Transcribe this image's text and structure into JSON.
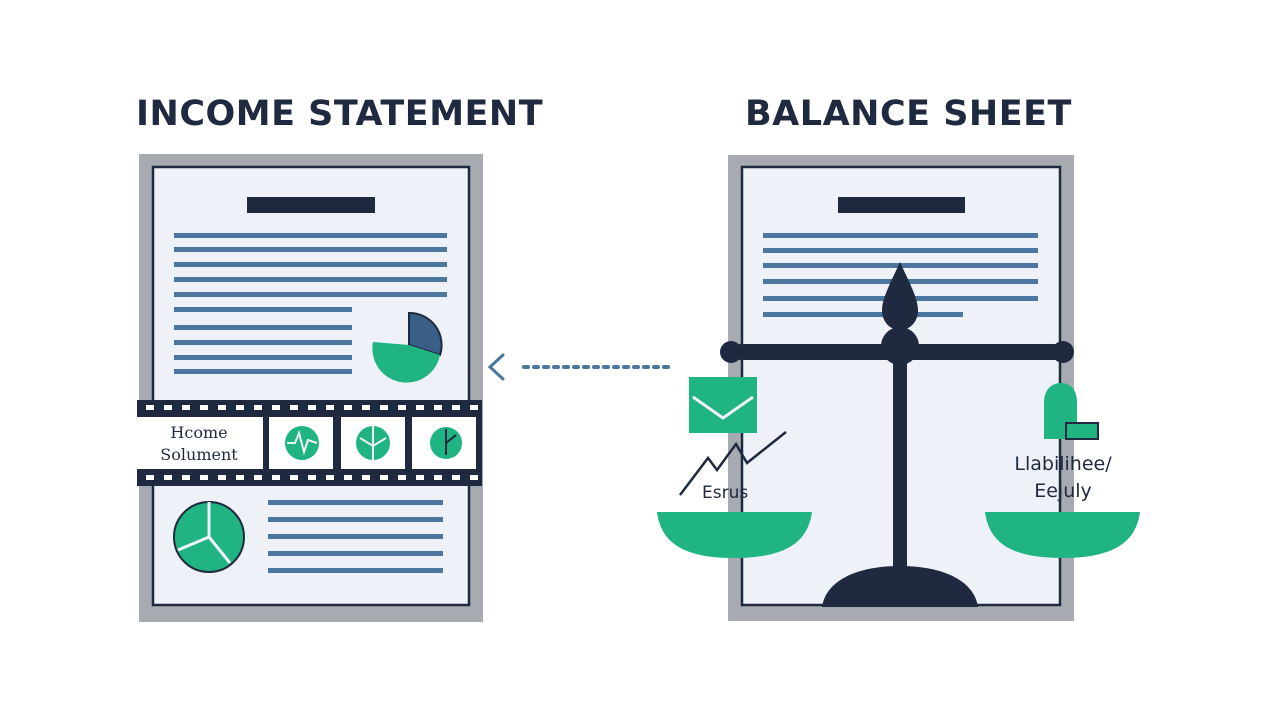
{
  "titles": {
    "left": "INCOME STATEMENT",
    "right": "BALANCE SHEET"
  },
  "filmstrip": {
    "frame_label_line1": "Hcome",
    "frame_label_line2": "Solument"
  },
  "balance": {
    "left_pan_label": "Esrus",
    "right_pan_label_line1": "Llabilihee/",
    "right_pan_label_line2": "Eejuly"
  },
  "colors": {
    "navy": "#1f2a40",
    "steel_blue": "#4a76a0",
    "green": "#1fb482",
    "sheet_fill": "#eef1f7",
    "frame_gray": "#a7abb1"
  },
  "icons": {
    "arrow": "chevron-left-icon",
    "envelope": "envelope-icon",
    "trend": "trend-line-icon",
    "stack": "stacked-blocks-icon"
  }
}
